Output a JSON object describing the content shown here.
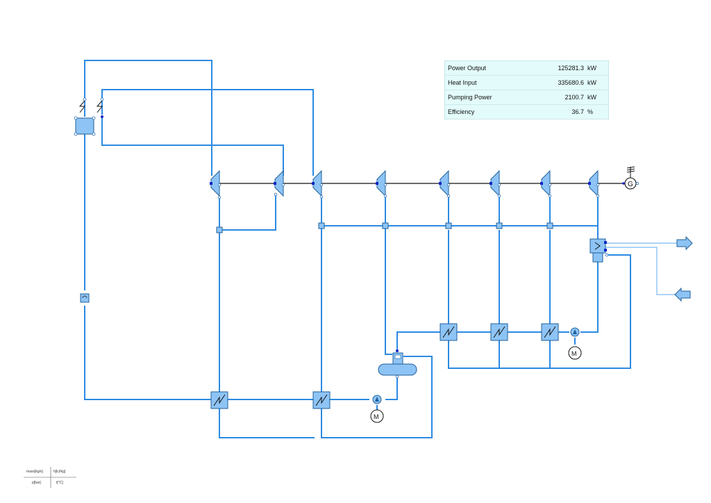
{
  "results": {
    "rows": [
      {
        "label": "Power Output",
        "value": "125281.3",
        "unit": "kW"
      },
      {
        "label": "Heat Input",
        "value": "335680.6",
        "unit": "kW"
      },
      {
        "label": "Pumping Power",
        "value": "2100.7",
        "unit": "kW"
      },
      {
        "label": "Efficiency",
        "value": "36.7",
        "unit": "%"
      }
    ]
  },
  "legend": {
    "mass": "mass[kg/s]",
    "enthalpy": "h[kJ/kg]",
    "pressure": "p[bar]",
    "temperature": "t[°C]"
  },
  "colors": {
    "pipe": "#2b8ae2",
    "component_fill": "#8ec4f5",
    "table_bg": "#e3fbfb"
  }
}
